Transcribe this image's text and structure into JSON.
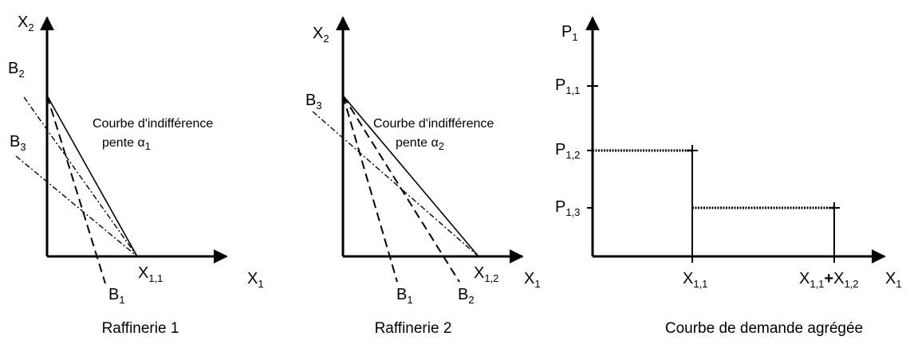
{
  "panel1": {
    "y_axis": "X",
    "y_axis_sub": "2",
    "x_axis": "X",
    "x_axis_sub": "1",
    "b2": "B",
    "b2_sub": "2",
    "b3": "B",
    "b3_sub": "3",
    "b1": "B",
    "b1_sub": "1",
    "intercept": "X",
    "intercept_sub": "1,1",
    "note_line1": "Courbe d'indifférence",
    "note_line2": "pente α",
    "note_line2_sub": "1",
    "caption": "Raffinerie 1"
  },
  "panel2": {
    "y_axis": "X",
    "y_axis_sub": "2",
    "x_axis": "X",
    "x_axis_sub": "1",
    "b3": "B",
    "b3_sub": "3",
    "b1": "B",
    "b1_sub": "1",
    "b2": "B",
    "b2_sub": "2",
    "intercept": "X",
    "intercept_sub": "1,2",
    "note_line1": "Courbe d'indifférence",
    "note_line2": "pente α",
    "note_line2_sub": "2",
    "caption": "Raffinerie 2"
  },
  "panel3": {
    "y_axis": "P",
    "y_axis_sub": "1",
    "x_axis": "X",
    "x_axis_sub": "1",
    "p11": "P",
    "p11_sub": "1,1",
    "p12": "P",
    "p12_sub": "1,2",
    "p13": "P",
    "p13_sub": "1,3",
    "x11": "X",
    "x11_sub": "1,1",
    "xsum_a": "X",
    "xsum_a_sub": "1,1",
    "xsum_plus": "+",
    "xsum_b": "X",
    "xsum_b_sub": "1,2",
    "caption": "Courbe de demande agrégée"
  }
}
